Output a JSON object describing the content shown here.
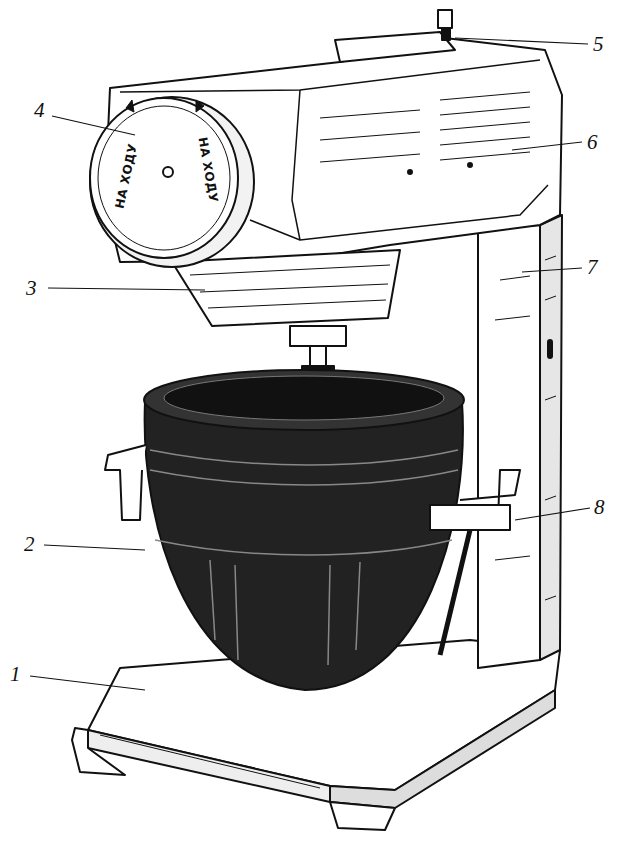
{
  "diagram": {
    "labels": [
      "4",
      "НА ХОДУ",
      "НА ХОДУ",
      "5",
      "6",
      "3",
      "7",
      "8",
      "2",
      "1"
    ]
  }
}
